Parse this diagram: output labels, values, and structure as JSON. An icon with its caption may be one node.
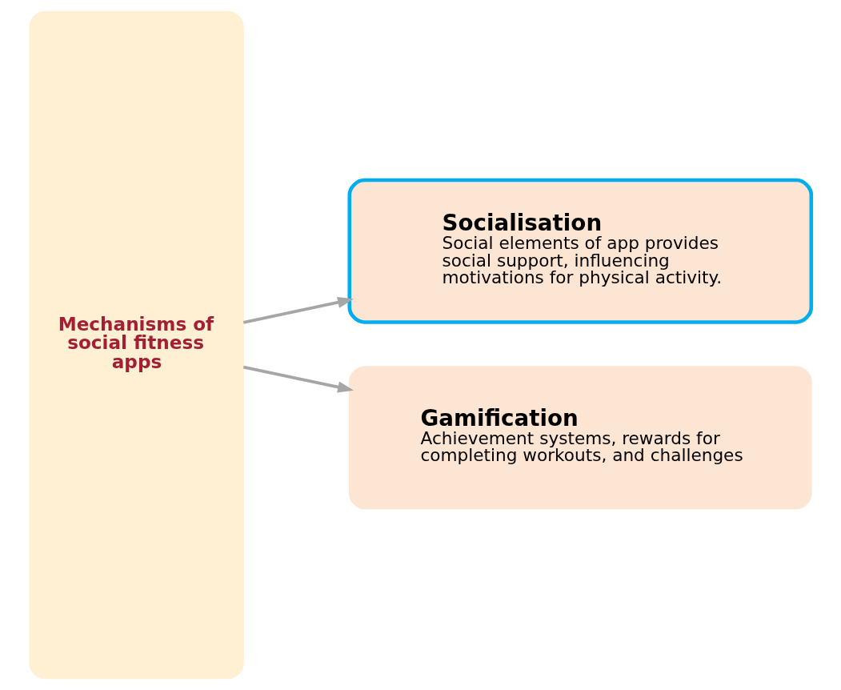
{
  "diagram": {
    "nodes": [
      {
        "text": [
          "Mechanisms of social fitness apps"
        ]
      },
      {
        "text": [
          "Socialisation",
          "Social elements of app provides social support, influencing motivations for physical activity."
        ]
      },
      {
        "text": [
          "Gamification",
          "Achievement systems, rewards for completing workouts, and challenges"
        ]
      }
    ],
    "edges": [
      {
        "from": 0,
        "to": 1,
        "arrow": "to"
      },
      {
        "from": 0,
        "to": 2,
        "arrow": "to"
      }
    ]
  }
}
